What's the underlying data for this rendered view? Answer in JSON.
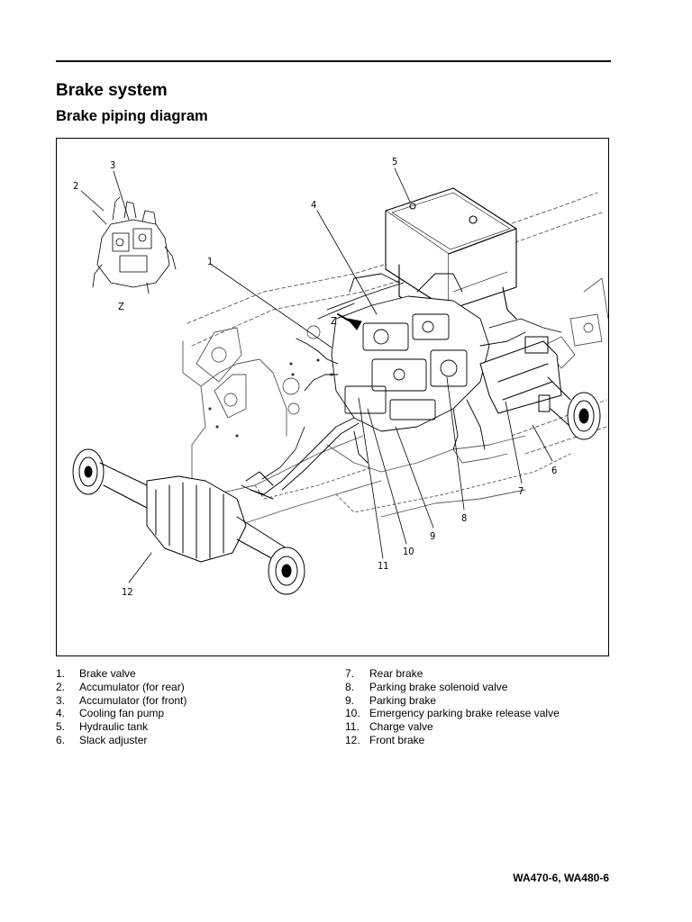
{
  "header": {
    "title": "Brake system",
    "subtitle": "Brake piping diagram"
  },
  "figure": {
    "view_label": "Z",
    "inset_label": "Z",
    "callouts": [
      "1",
      "2",
      "3",
      "4",
      "5",
      "6",
      "7",
      "8",
      "9",
      "10",
      "11",
      "12"
    ]
  },
  "legend": {
    "left": [
      {
        "num": "1.",
        "text": "Brake valve"
      },
      {
        "num": "2.",
        "text": "Accumulator (for rear)"
      },
      {
        "num": "3.",
        "text": "Accumulator (for front)"
      },
      {
        "num": "4.",
        "text": "Cooling fan pump"
      },
      {
        "num": "5.",
        "text": "Hydraulic tank"
      },
      {
        "num": "6.",
        "text": "Slack adjuster"
      }
    ],
    "right": [
      {
        "num": "7.",
        "text": "Rear brake"
      },
      {
        "num": "8.",
        "text": "Parking brake solenoid valve"
      },
      {
        "num": "9.",
        "text": "Parking brake"
      },
      {
        "num": "10.",
        "text": "Emergency parking brake release valve"
      },
      {
        "num": "11.",
        "text": "Charge valve"
      },
      {
        "num": "12.",
        "text": "Front brake"
      }
    ]
  },
  "footer": {
    "model": "WA470-6, WA480-6"
  }
}
